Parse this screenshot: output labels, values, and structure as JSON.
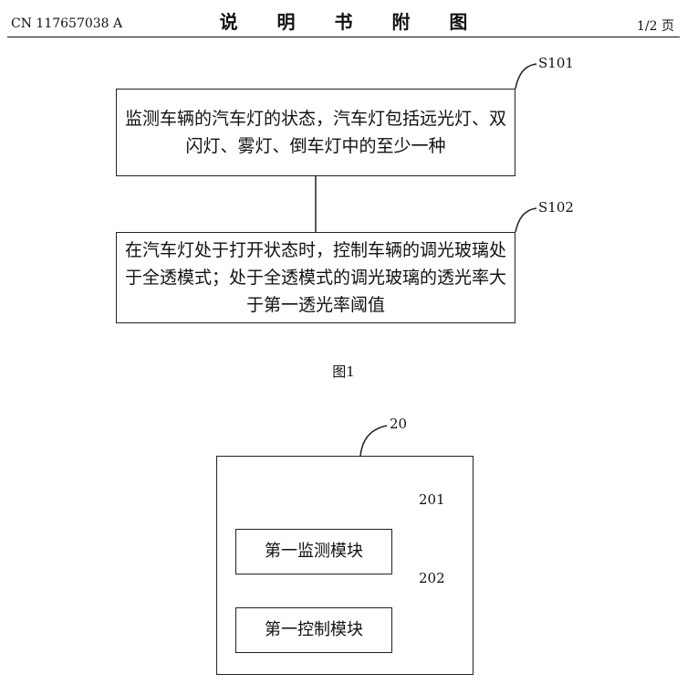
{
  "header": {
    "pub_number": "CN 117657038 A",
    "title": "说 明 书 附 图",
    "page": "1/2 页"
  },
  "figure1": {
    "caption": "图1",
    "steps": [
      {
        "id": "S101",
        "text": "监测车辆的汽车灯的状态，汽车灯包括远光灯、双闪灯、雾灯、倒车灯中的至少一种"
      },
      {
        "id": "S102",
        "text": "在汽车灯处于打开状态时，控制车辆的调光玻璃处于全透模式；处于全透模式的调光玻璃的透光率大于第一透光率阈值"
      }
    ]
  },
  "figure2": {
    "outer_label": "20",
    "modules": [
      {
        "id": "201",
        "text": "第一监测模块"
      },
      {
        "id": "202",
        "text": "第一控制模块"
      }
    ]
  }
}
